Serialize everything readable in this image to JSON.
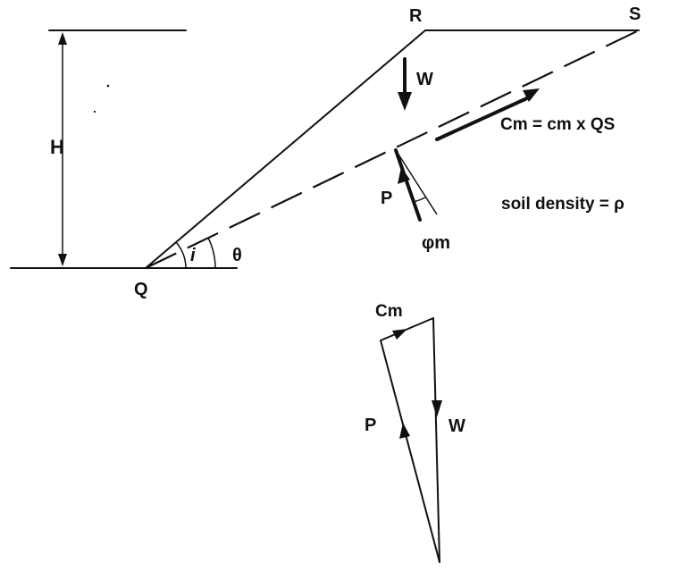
{
  "labels": {
    "R": "R",
    "S": "S",
    "Q": "Q",
    "H": "H",
    "W_top": "W",
    "P_top": "P",
    "i": "i",
    "theta": "θ",
    "phi_m": "φm",
    "Cm_top": "Cm = cm x QS",
    "soil_density": "soil density = ρ",
    "Cm_poly": "Cm",
    "P_poly": "P",
    "W_poly": "W"
  }
}
